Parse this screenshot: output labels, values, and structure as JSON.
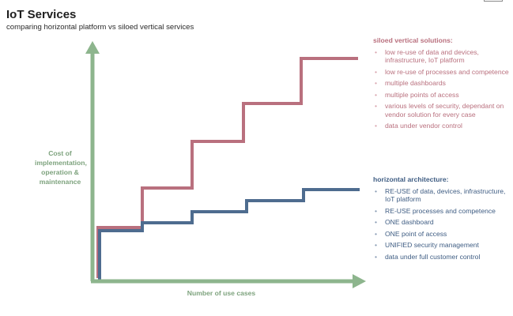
{
  "header": {
    "title": "IoT Services",
    "subtitle": "comparing horizontal platform vs siloed vertical services"
  },
  "axes": {
    "ylabel_lines": [
      "Cost of",
      "implementation,",
      "operation &",
      "maintenance"
    ],
    "xlabel": "Number of use cases"
  },
  "colors": {
    "axis": "#8db58d",
    "siloed": "#b9707e",
    "horizontal": "#4e6c8f"
  },
  "siloed": {
    "heading": "siloed vertical solutions:",
    "items": [
      "low re-use of data and devices, infrastructure, IoT platform",
      "low re-use of processes and competence",
      "multiple dashboards",
      "multiple points of access",
      "various levels of security, dependant on vendor solution for every case",
      "data under vendor control"
    ]
  },
  "horizontal": {
    "heading": "horizontal architecture:",
    "items": [
      "RE-USE of data, devices, infrastructure, IoT platform",
      "RE-USE processes and competence",
      "ONE dashboard",
      "ONE point of access",
      "UNIFIED security management",
      "data under full customer control"
    ]
  }
}
